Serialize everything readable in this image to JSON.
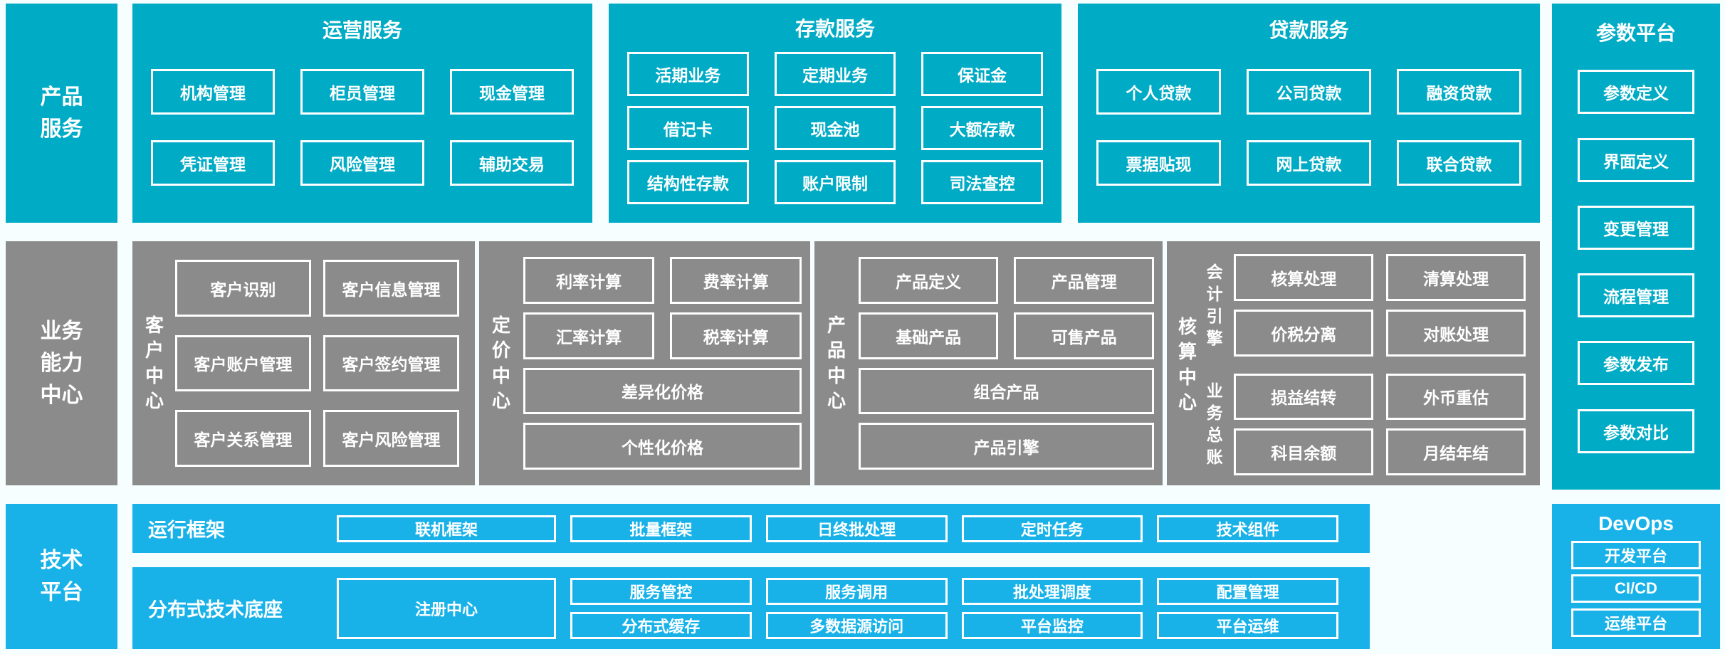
{
  "colors": {
    "teal": "#00abc5",
    "gray": "#8b8b8b",
    "light_blue": "#18b2e9",
    "background": "#f7feff",
    "box_border": "#ffffff",
    "text": "#ffffff"
  },
  "sidebars": {
    "product_services": "产品服务",
    "business_capability_center": "业务能力中心",
    "technology_platform": "技术平台"
  },
  "row1": {
    "operations": {
      "title": "运营服务",
      "items": [
        "机构管理",
        "柜员管理",
        "现金管理",
        "凭证管理",
        "风险管理",
        "辅助交易"
      ]
    },
    "deposit": {
      "title": "存款服务",
      "items": [
        "活期业务",
        "定期业务",
        "保证金",
        "借记卡",
        "现金池",
        "大额存款",
        "结构性存款",
        "账户限制",
        "司法查控"
      ]
    },
    "loan": {
      "title": "贷款服务",
      "items": [
        "个人贷款",
        "公司贷款",
        "融资贷款",
        "票据贴现",
        "网上贷款",
        "联合贷款"
      ]
    }
  },
  "row2": {
    "customer_center": {
      "label": "客户中心",
      "items": [
        "客户识别",
        "客户信息管理",
        "客户账户管理",
        "客户签约管理",
        "客户关系管理",
        "客户风险管理"
      ]
    },
    "pricing_center": {
      "label": "定价中心",
      "items": [
        "利率计算",
        "费率计算",
        "汇率计算",
        "税率计算"
      ],
      "wide_items": [
        "差异化价格",
        "个性化价格"
      ]
    },
    "product_center": {
      "label": "产品中心",
      "items": [
        "产品定义",
        "产品管理",
        "基础产品",
        "可售产品"
      ],
      "wide_items": [
        "组合产品",
        "产品引擎"
      ]
    },
    "accounting_center": {
      "label": "核算中心",
      "groups": [
        {
          "label": "会计引擎",
          "items": [
            "核算处理",
            "清算处理",
            "价税分离",
            "对账处理"
          ]
        },
        {
          "label": "业务总账",
          "items": [
            "损益结转",
            "外币重估",
            "科目余额",
            "月结年结"
          ]
        }
      ]
    }
  },
  "param_platform": {
    "title": "参数平台",
    "items": [
      "参数定义",
      "界面定义",
      "变更管理",
      "流程管理",
      "参数发布",
      "参数对比"
    ]
  },
  "tech": {
    "runtime": {
      "label": "运行框架",
      "wide_item": "联机框架",
      "items": [
        "批量框架",
        "日终批处理",
        "定时任务",
        "技术组件"
      ]
    },
    "distributed": {
      "label": "分布式技术底座",
      "wide_item": "注册中心",
      "columns": [
        [
          "服务管控",
          "分布式缓存"
        ],
        [
          "服务调用",
          "多数据源访问"
        ],
        [
          "批处理调度",
          "平台监控"
        ],
        [
          "配置管理",
          "平台运维"
        ]
      ]
    }
  },
  "devops": {
    "title": "DevOps",
    "items": [
      "开发平台",
      "CI/CD",
      "运维平台"
    ]
  }
}
